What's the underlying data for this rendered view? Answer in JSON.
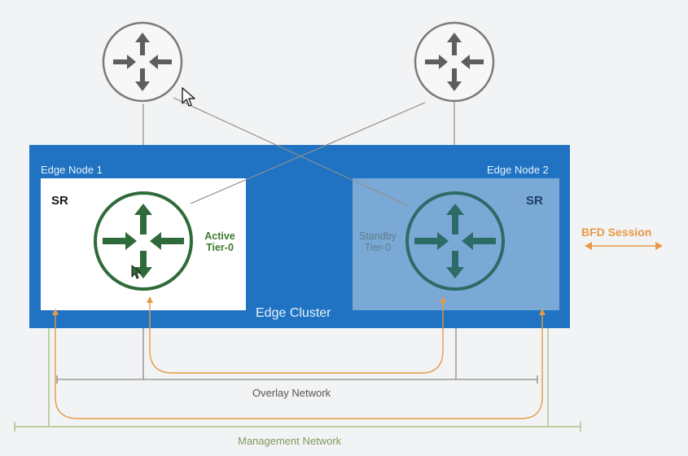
{
  "colors": {
    "background": "#f2f3f4",
    "edge_cluster": "#1f73c2",
    "active_sr": "#ffffff",
    "standby_sr": "#7aa9d6",
    "router_green": "#2f6b3a",
    "standby_router": "#2c6b66",
    "upstream_router": "#6e6e6e",
    "bfd": "#e69a46",
    "management": "#a8c48a",
    "overlay": "#8a8a8a"
  },
  "edge_cluster": {
    "label": "Edge Cluster"
  },
  "edge_nodes": [
    {
      "label": "Edge Node 1",
      "sr_label": "SR",
      "role_line1": "Active",
      "role_line2": "Tier-0"
    },
    {
      "label": "Edge Node 2",
      "sr_label": "SR",
      "role_line1": "Standby",
      "role_line2": "Tier-0"
    }
  ],
  "upstream_routers": [
    {
      "icon": "router-icon"
    },
    {
      "icon": "router-icon"
    }
  ],
  "legend": {
    "bfd_label": "BFD Session"
  },
  "networks": {
    "overlay_label": "Overlay Network",
    "management_label": "Management Network"
  }
}
